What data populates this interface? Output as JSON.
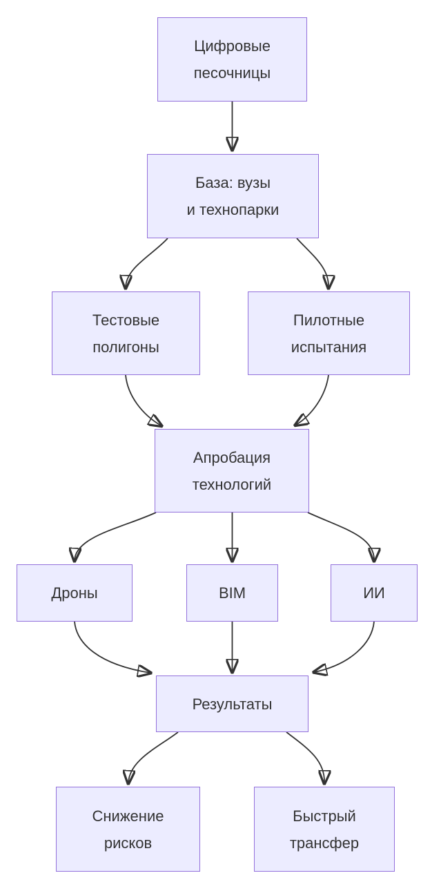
{
  "diagram": {
    "type": "flowchart",
    "direction": "top-down",
    "background": "#FFFFFF",
    "node_fill": "#ECECFF",
    "node_border": "#9370DB",
    "edge_color": "#333333",
    "text_color": "#333333",
    "nodes": [
      {
        "id": "digital-sandboxes",
        "label": "Цифровые\nпесочницы"
      },
      {
        "id": "base-universities-technoparks",
        "label": "База: вузы\nи технопарки"
      },
      {
        "id": "test-polygons",
        "label": "Тестовые\nполигоны"
      },
      {
        "id": "pilot-tests",
        "label": "Пилотные\nиспытания"
      },
      {
        "id": "technology-approbation",
        "label": "Апробация\nтехнологий"
      },
      {
        "id": "drones",
        "label": "Дроны"
      },
      {
        "id": "bim",
        "label": "BIM"
      },
      {
        "id": "ai",
        "label": "ИИ"
      },
      {
        "id": "results",
        "label": "Результаты"
      },
      {
        "id": "risk-reduction",
        "label": "Снижение\nрисков"
      },
      {
        "id": "fast-transfer",
        "label": "Быстрый\nтрансфер"
      }
    ],
    "edges": [
      {
        "from": "digital-sandboxes",
        "to": "base-universities-technoparks"
      },
      {
        "from": "base-universities-technoparks",
        "to": "test-polygons"
      },
      {
        "from": "base-universities-technoparks",
        "to": "pilot-tests"
      },
      {
        "from": "test-polygons",
        "to": "technology-approbation"
      },
      {
        "from": "pilot-tests",
        "to": "technology-approbation"
      },
      {
        "from": "technology-approbation",
        "to": "drones"
      },
      {
        "from": "technology-approbation",
        "to": "bim"
      },
      {
        "from": "technology-approbation",
        "to": "ai"
      },
      {
        "from": "drones",
        "to": "results"
      },
      {
        "from": "bim",
        "to": "results"
      },
      {
        "from": "ai",
        "to": "results"
      },
      {
        "from": "results",
        "to": "risk-reduction"
      },
      {
        "from": "results",
        "to": "fast-transfer"
      }
    ]
  }
}
